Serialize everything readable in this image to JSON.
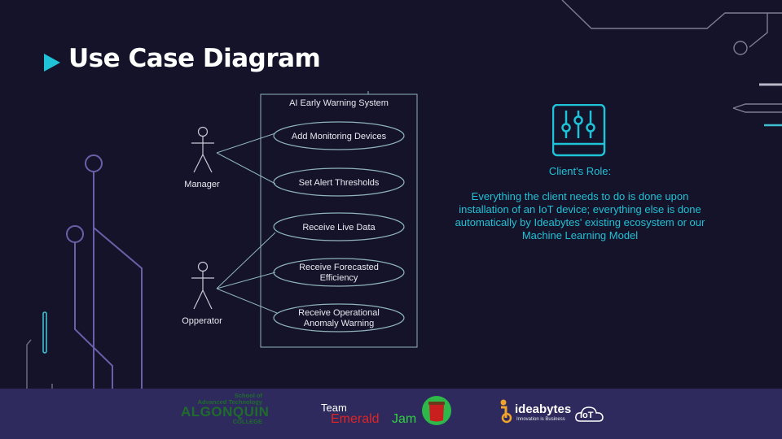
{
  "slide": {
    "title": "Use Case Diagram"
  },
  "diagram": {
    "system_name": "AI Early Warning System",
    "actors": [
      {
        "id": "manager",
        "label": "Manager"
      },
      {
        "id": "operator",
        "label": "Opperator"
      }
    ],
    "use_cases": [
      {
        "id": "uc1",
        "lines": [
          "Add Monitoring Devices"
        ]
      },
      {
        "id": "uc2",
        "lines": [
          "Set Alert Thresholds"
        ]
      },
      {
        "id": "uc3",
        "lines": [
          "Receive Live Data"
        ]
      },
      {
        "id": "uc4",
        "lines": [
          "Receive Forecasted",
          "Efficiency"
        ]
      },
      {
        "id": "uc5",
        "lines": [
          "Receive Operational",
          "Anomaly Warning"
        ]
      }
    ],
    "associations": [
      {
        "actor": "manager",
        "use_case": "uc1"
      },
      {
        "actor": "manager",
        "use_case": "uc2"
      },
      {
        "actor": "operator",
        "use_case": "uc3"
      },
      {
        "actor": "operator",
        "use_case": "uc4"
      },
      {
        "actor": "operator",
        "use_case": "uc5"
      }
    ]
  },
  "client_role": {
    "label": "Client's Role:",
    "text": "Everything the client needs to do is done upon installation of an IoT device; everything else is done automatically by Ideabytes' existing ecosystem or our Machine Learning Model",
    "icon": "sliders-icon"
  },
  "footer": {
    "algonquin": {
      "line1": "School of",
      "line2": "Advanced Technology",
      "line3": "ALGONQUIN",
      "line4": "COLLEGE"
    },
    "team": {
      "word": "Team",
      "name_part1": "Emerald",
      "name_part2": "Jam"
    },
    "ideabytes": {
      "name": "ideabytes",
      "tagline": "Innovation is Business",
      "badge": "IoT"
    }
  },
  "colors": {
    "background": "#14132a",
    "accent_cyan": "#1fc2d6",
    "diagram_stroke": "#8fb4bc",
    "circuit_purple": "#6b5fa8",
    "footer_bg": "#2e2a5e"
  }
}
